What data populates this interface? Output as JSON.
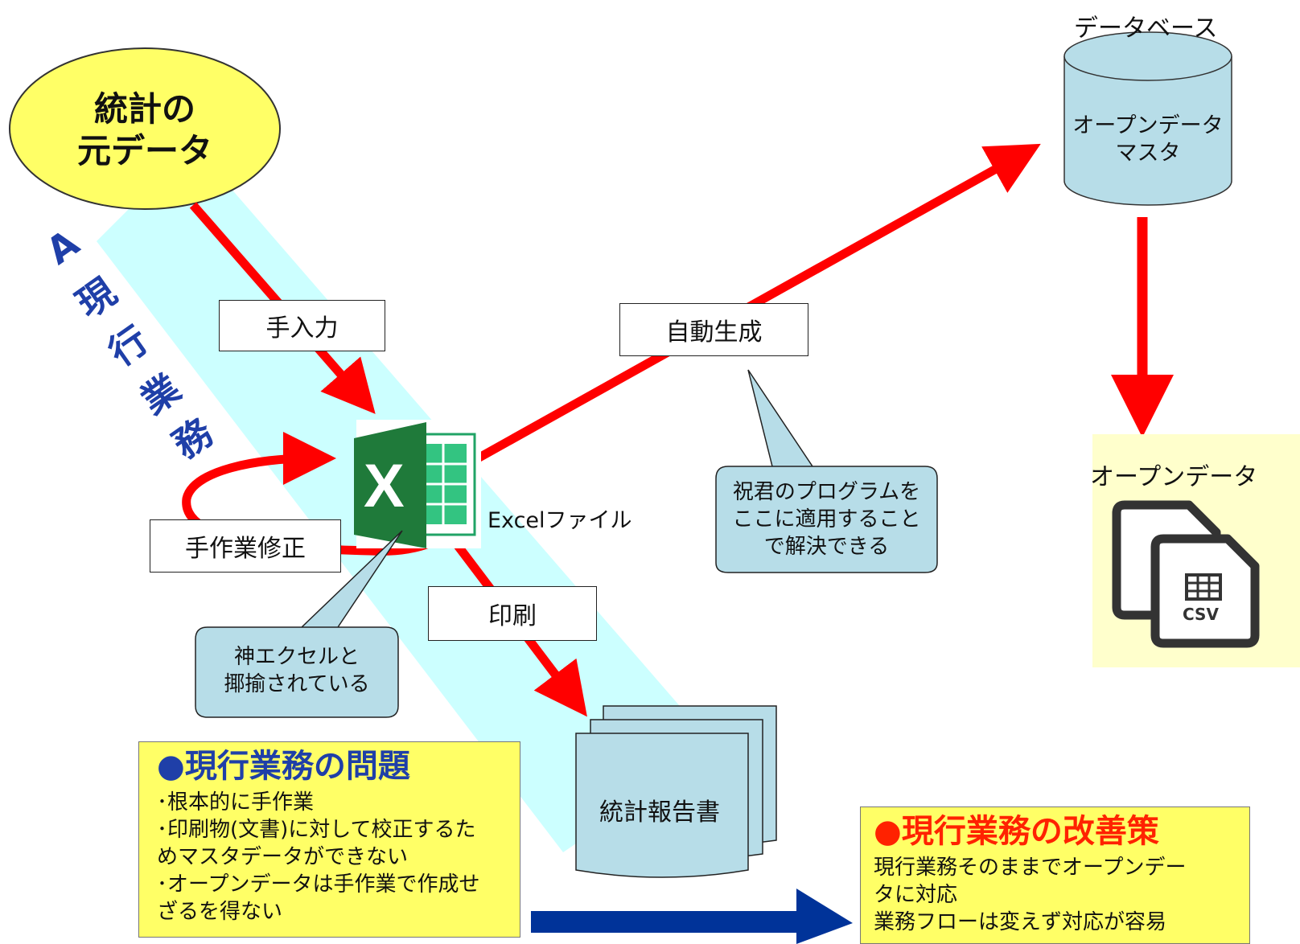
{
  "source_oval": {
    "lines": [
      "統計の",
      "元データ"
    ]
  },
  "band_label": {
    "chars": [
      "A",
      "現",
      "行",
      "業",
      "務"
    ]
  },
  "labels": {
    "manual_input": "手入力",
    "auto_generate": "自動生成",
    "manual_fix": "手作業修正",
    "print": "印刷",
    "excel_file": "Excelファイル",
    "database_title": "データベース",
    "opendata_title": "オープンデータ"
  },
  "database": {
    "lines": [
      "オープンデータ",
      "マスタ"
    ]
  },
  "callout_program": {
    "lines": [
      "祝君のプログラムを",
      "ここに適用すること",
      "で解決できる"
    ]
  },
  "callout_excel": {
    "lines": [
      "神エクセルと",
      "揶揄されている"
    ]
  },
  "report": {
    "label": "統計報告書"
  },
  "csv_icon_label": "CSV",
  "problems": {
    "title": "●現行業務の問題",
    "items": [
      "･根本的に手作業",
      "･印刷物(文書)に対して校正するた",
      "めマスタデータができない",
      "･オープンデータは手作業で作成せ",
      "ざるを得ない"
    ]
  },
  "improvement": {
    "title": "●現行業務の改善策",
    "items": [
      "現行業務そのままでオープンデー",
      "タに対応",
      "業務フローは変えず対応が容易"
    ]
  },
  "colors": {
    "arrow_red": "#ff0000",
    "band_cyan": "#ccffff",
    "oval_yellow": "#ffff66",
    "db_fill": "#b7dde8",
    "callout_fill": "#b7dde8",
    "opendata_bg": "#ffffcc",
    "blue_arrow": "#003399",
    "excel_green": "#1f7a3a",
    "band_text_blue": "#1f3fa8",
    "improvement_title_red": "#ff2200"
  }
}
